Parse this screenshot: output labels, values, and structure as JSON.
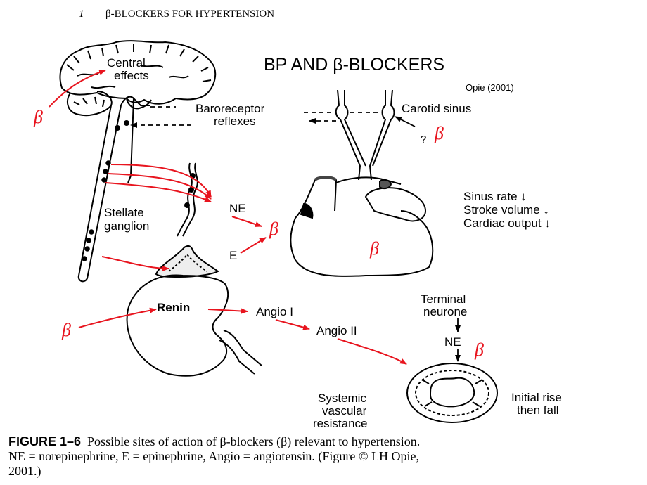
{
  "header": {
    "page_number": "1",
    "running_title": "β-BLOCKERS FOR HYPERTENSION"
  },
  "title": "BP AND β-BLOCKERS",
  "citation": "Opie (2001)",
  "labels": {
    "central_effects_1": "Central",
    "central_effects_2": "effects",
    "baroreceptor_1": "Baroreceptor",
    "baroreceptor_2": "reflexes",
    "carotid_sinus": "Carotid sinus",
    "question": "?",
    "beta": "β",
    "sinus_rate": "Sinus rate ↓",
    "stroke_volume": "Stroke volume ↓",
    "cardiac_output": "Cardiac output ↓",
    "ne": "NE",
    "e": "E",
    "stellate_1": "Stellate",
    "stellate_2": "ganglion",
    "renin": "Renin",
    "angio1": "Angio I",
    "angio2": "Angio II",
    "terminal_1": "Terminal",
    "terminal_2": "neurone",
    "svr_1": "Systemic",
    "svr_2": "vascular",
    "svr_3": "resistance",
    "initial_1": "Initial rise",
    "initial_2": "then fall"
  },
  "caption": {
    "figure_label": "FIGURE 1–6",
    "line1": "Possible sites of action of β-blockers (β) relevant to hypertension.",
    "line2": "NE = norepinephrine, E = epinephrine, Angio = angiotensin. (Figure © LH Opie,",
    "line3": "2001.)"
  },
  "colors": {
    "accent": "#e8141e",
    "ink": "#000000",
    "background": "#ffffff"
  }
}
